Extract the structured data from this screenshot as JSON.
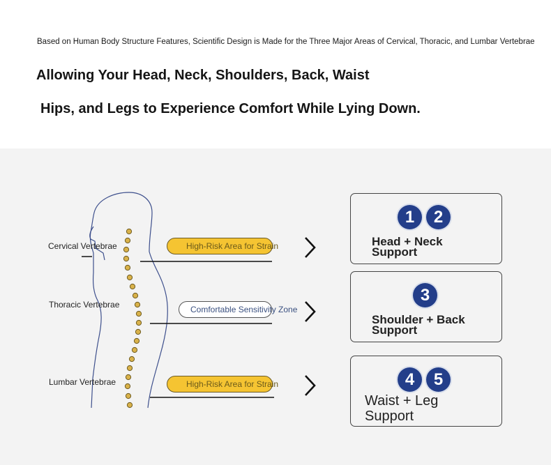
{
  "header": {
    "intro": "Based on Human Body Structure Features, Scientific Design is Made for the Three Major Areas of Cervical, Thoracic, and Lumbar Vertebrae",
    "line1": "Allowing Your Head, Neck, Shoulders, Back, Waist",
    "line2": "Hips, and Legs to Experience Comfort While Lying Down."
  },
  "figure": {
    "labels": {
      "cervical": "Cervical Vertebrae",
      "thoracic": "Thoracic Vertebrae",
      "lumbar": "Lumbar Vertebrae"
    },
    "zones": {
      "cervical": "High-Risk Area for Strain",
      "thoracic": "Comfortable Sensitivity Zone",
      "lumbar": "High-Risk Area for Strain"
    },
    "colors": {
      "risk": "#f5c432",
      "badge": "#233e8a",
      "vertebra": "#d9b24a"
    }
  },
  "cards": [
    {
      "badges": [
        "1",
        "2"
      ],
      "line1": "Head + Neck",
      "line2": "Support"
    },
    {
      "badges": [
        "3"
      ],
      "line1": "Shoulder + Back",
      "line2": "Support"
    },
    {
      "badges": [
        "4",
        "5"
      ],
      "line1": "Waist + Leg",
      "line2": "Support"
    }
  ]
}
